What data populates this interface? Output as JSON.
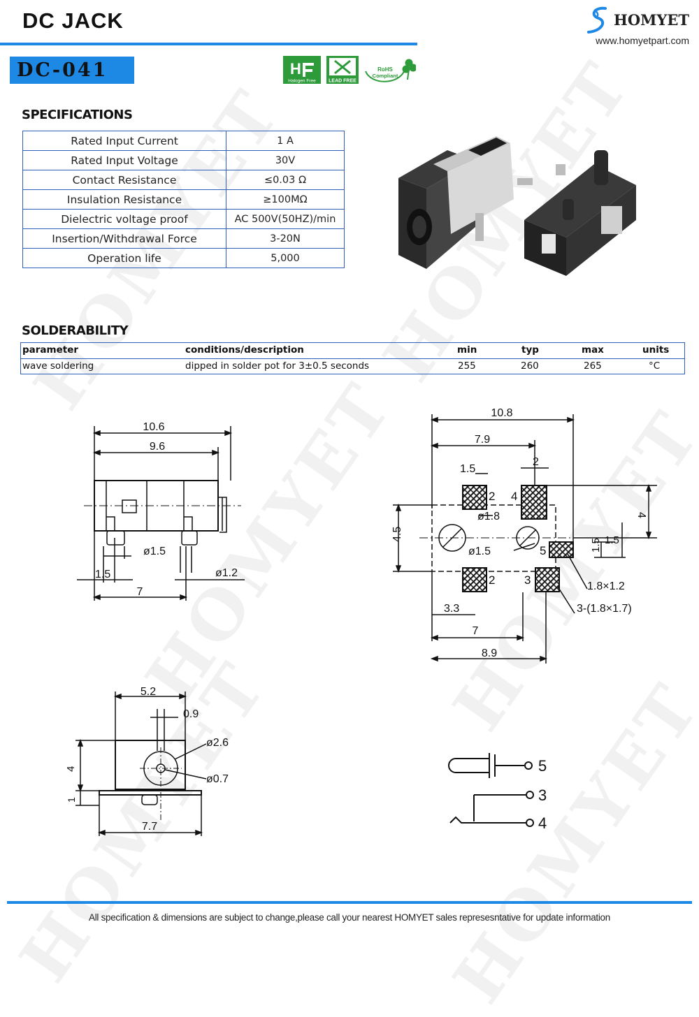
{
  "header": {
    "title": "DC  JACK",
    "brand": "HOMYET",
    "url": "www.homyetpart.com",
    "model": "DC-041"
  },
  "badges": {
    "halogen_free": "Halogen Free",
    "lead_free": "LEAD FREE",
    "rohs_line1": "RoHS",
    "rohs_line2": "Compliant"
  },
  "specifications": {
    "title": "SPECIFICATIONS",
    "rows": [
      {
        "label": "Rated Input Current",
        "value": "1 A"
      },
      {
        "label": "Rated Input Voltage",
        "value": "30V"
      },
      {
        "label": "Contact Resistance",
        "value": "≤0.03 Ω"
      },
      {
        "label": "Insulation Resistance",
        "value": "≥100MΩ"
      },
      {
        "label": "Dielectric voltage proof",
        "value": "AC 500V(50HZ)/min"
      },
      {
        "label": "Insertion/Withdrawal Force",
        "value": "3-20N"
      },
      {
        "label": "Operation life",
        "value": "5,000"
      }
    ]
  },
  "solderability": {
    "title": "SOLDERABILITY",
    "headers": {
      "parameter": "parameter",
      "conditions": "conditions/description",
      "min": "min",
      "typ": "typ",
      "max": "max",
      "units": "units"
    },
    "row": {
      "parameter": "wave soldering",
      "conditions": "dipped in solder pot for  3±0.5 seconds",
      "min": "255",
      "typ": "260",
      "max": "265",
      "units": "°C"
    }
  },
  "drawing_front": {
    "d1": "10.6",
    "d2": "9.6",
    "d3": "ø1.5",
    "d4": "1.5",
    "d5": "ø1.2",
    "d6": "7"
  },
  "drawing_footprint": {
    "d1": "10.8",
    "d2": "7.9",
    "d3": "2",
    "d4": "1.5",
    "d5": "ø1.8",
    "d6": "ø1.5",
    "d7": "4.5",
    "d8": "4",
    "d9": "1.5",
    "d10": "1.5",
    "d11": "1.8×1.2",
    "d12": "3-(1.8×1.7)",
    "d13": "3.3",
    "d14": "7",
    "d15": "8.9",
    "p2a": "2",
    "p4": "4",
    "p5": "5",
    "p2b": "2",
    "p3": "3"
  },
  "drawing_side": {
    "d1": "5.2",
    "d2": "0.9",
    "d3": "ø2.6",
    "d4": "ø0.7",
    "d5": "4",
    "d6": "1",
    "d7": "7.7"
  },
  "schematic": {
    "pin5": "5",
    "pin3": "3",
    "pin4": "4"
  },
  "footer": {
    "note": "All specification & dimensions are subject to change,please call your nearest HOMYET sales represesntative for update information"
  }
}
